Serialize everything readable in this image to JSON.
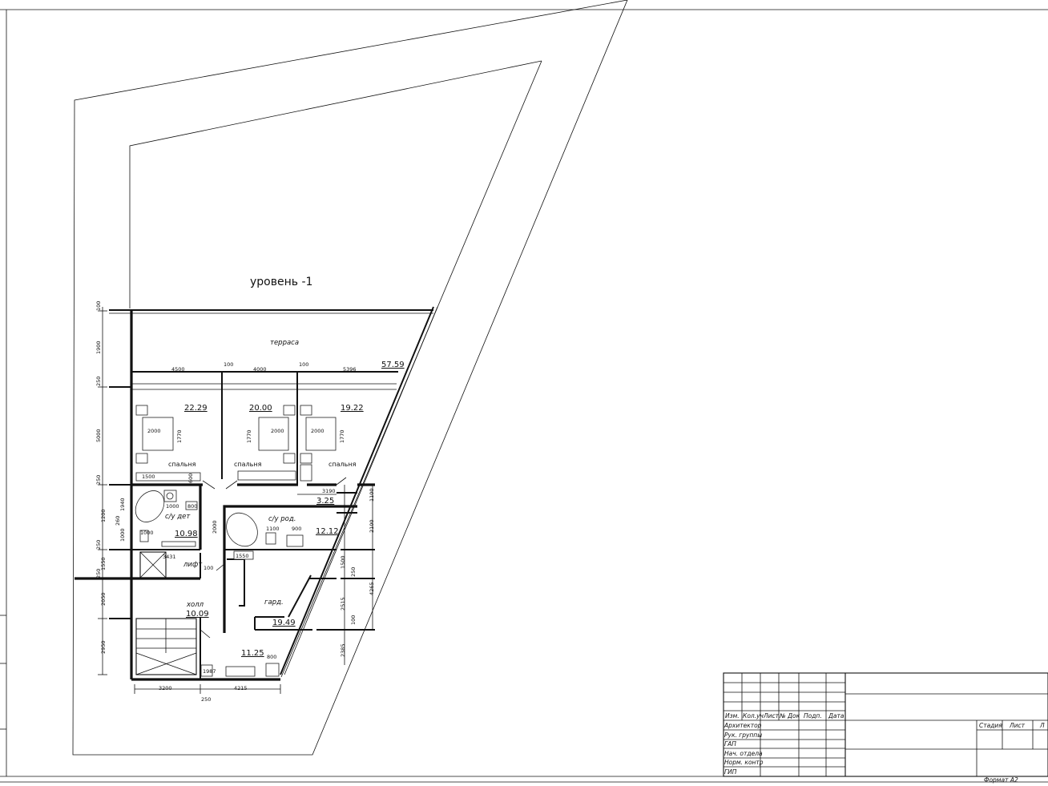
{
  "drawing": {
    "level_title": "уровень -1",
    "format_label": "Формат А2"
  },
  "rooms": [
    {
      "id": "terrace",
      "name": "терраса",
      "area": "57.59"
    },
    {
      "id": "bedroom1",
      "name": "спальня",
      "area": "22.29"
    },
    {
      "id": "bedroom2",
      "name": "спальня",
      "area": "20.00"
    },
    {
      "id": "bedroom3",
      "name": "спальня",
      "area": "19.22"
    },
    {
      "id": "corridor",
      "name": "",
      "area": "3.25"
    },
    {
      "id": "bath_kids",
      "name": "с/у дет",
      "area": "10.98"
    },
    {
      "id": "bath_parents",
      "name": "с/у род.",
      "area": "12.12"
    },
    {
      "id": "lift",
      "name": "лифт",
      "area": ""
    },
    {
      "id": "wardrobe",
      "name": "гард.",
      "area": "19.49"
    },
    {
      "id": "hall",
      "name": "холл",
      "area": "10.09"
    },
    {
      "id": "utility",
      "name": "",
      "area": "11.25"
    }
  ],
  "dimensions": {
    "top_row": [
      "4500",
      "100",
      "4000",
      "100",
      "5396"
    ],
    "bed_length": "2000",
    "bed_width": "1770",
    "left_column": [
      "100",
      "1900",
      "250",
      "5000",
      "250",
      "1200",
      "260",
      "1000",
      "250",
      "1550",
      "250",
      "2050",
      "2950"
    ],
    "kids_bath": [
      "1500",
      "600",
      "1940",
      "1000",
      "800",
      "1000"
    ],
    "lift_width": "3431",
    "lift_side": "100",
    "corridor_width": "3190",
    "corridor_side": "1100",
    "parents_bath": [
      "2000",
      "1100",
      "900",
      "1550"
    ],
    "right_column": [
      "2100",
      "1500",
      "250",
      "4265",
      "2515",
      "100",
      "2385"
    ],
    "utility_sink": "800",
    "bottom_row": [
      "3200",
      "4215",
      "250"
    ]
  },
  "fixtures": {
    "washer_label": "1987",
    "kids_bath_fixture": "1000"
  },
  "title_block": {
    "header_labels": [
      "Изм.",
      "Кол.уч",
      "Лист",
      "№ Док",
      "Подп.",
      "Дата"
    ],
    "roles": [
      "Архитектор",
      "Рук. группы",
      "ГАП",
      "Нач. отдела",
      "Норм. контр",
      "ГИП"
    ],
    "stage_labels": [
      "Стадия",
      "Лист",
      "Л"
    ]
  }
}
